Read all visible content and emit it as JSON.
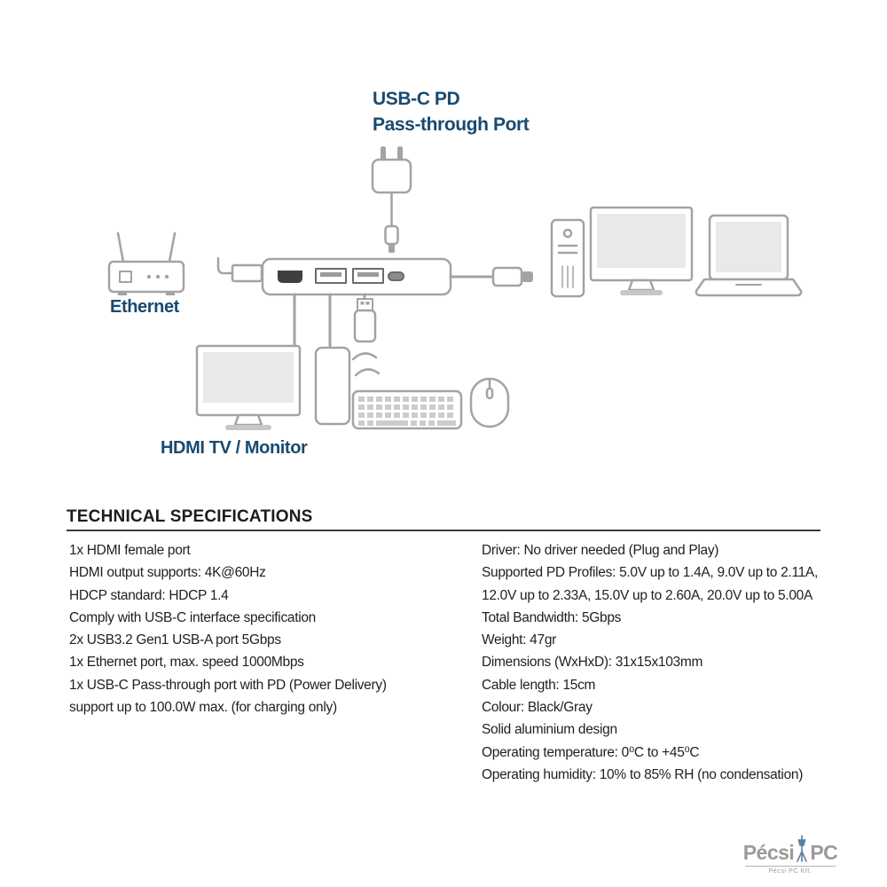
{
  "colors": {
    "accent_navy": "#194a70",
    "diagram_outline": "#a3a3a3",
    "screen_fill": "#e9e9e9",
    "text": "#1f1f1f",
    "logo_gray": "#9a9a9a"
  },
  "diagram": {
    "labels": {
      "usbc_pd_line1": "USB-C PD",
      "usbc_pd_line2": "Pass-through Port",
      "ethernet": "Ethernet",
      "hdmi_tv": "HDMI TV / Monitor"
    },
    "icons": [
      "power-plug-icon",
      "router-icon",
      "ethernet-cable-icon",
      "usb-hub-icon",
      "usbc-cable-icon",
      "desktop-tower-icon",
      "desktop-monitor-icon",
      "laptop-icon",
      "hdmi-tv-icon",
      "tablet-icon",
      "usb-receiver-icon",
      "wireless-waves-icon",
      "keyboard-icon",
      "mouse-icon"
    ]
  },
  "specs": {
    "heading": "TECHNICAL SPECIFICATIONS",
    "left": [
      "1x HDMI female port",
      "HDMI output supports: 4K@60Hz",
      "HDCP standard: HDCP 1.4",
      "Comply with USB-C interface specification",
      "2x USB3.2 Gen1 USB-A port 5Gbps",
      "1x Ethernet port, max. speed 1000Mbps",
      "1x USB-C Pass-through port with PD (Power Delivery)",
      "support up to 100.0W max. (for charging only)"
    ],
    "right": [
      "Driver: No driver needed (Plug and Play)",
      "Supported PD Profiles: 5.0V up to 1.4A, 9.0V up to 2.11A,",
      "12.0V up to 2.33A, 15.0V up to 2.60A, 20.0V up to 5.00A",
      "Total Bandwidth: 5Gbps",
      "Weight: 47gr",
      "Dimensions (WxHxD): 31x15x103mm",
      "Cable length: 15cm",
      "Colour: Black/Gray",
      "Solid aluminium design",
      "Operating temperature: 0⁰C to +45⁰C",
      "Operating humidity: 10% to 85% RH (no condensation)"
    ]
  },
  "logo": {
    "part1": "Pécsi",
    "part2": "PC",
    "subtext": "Pécsi PC Kft."
  }
}
